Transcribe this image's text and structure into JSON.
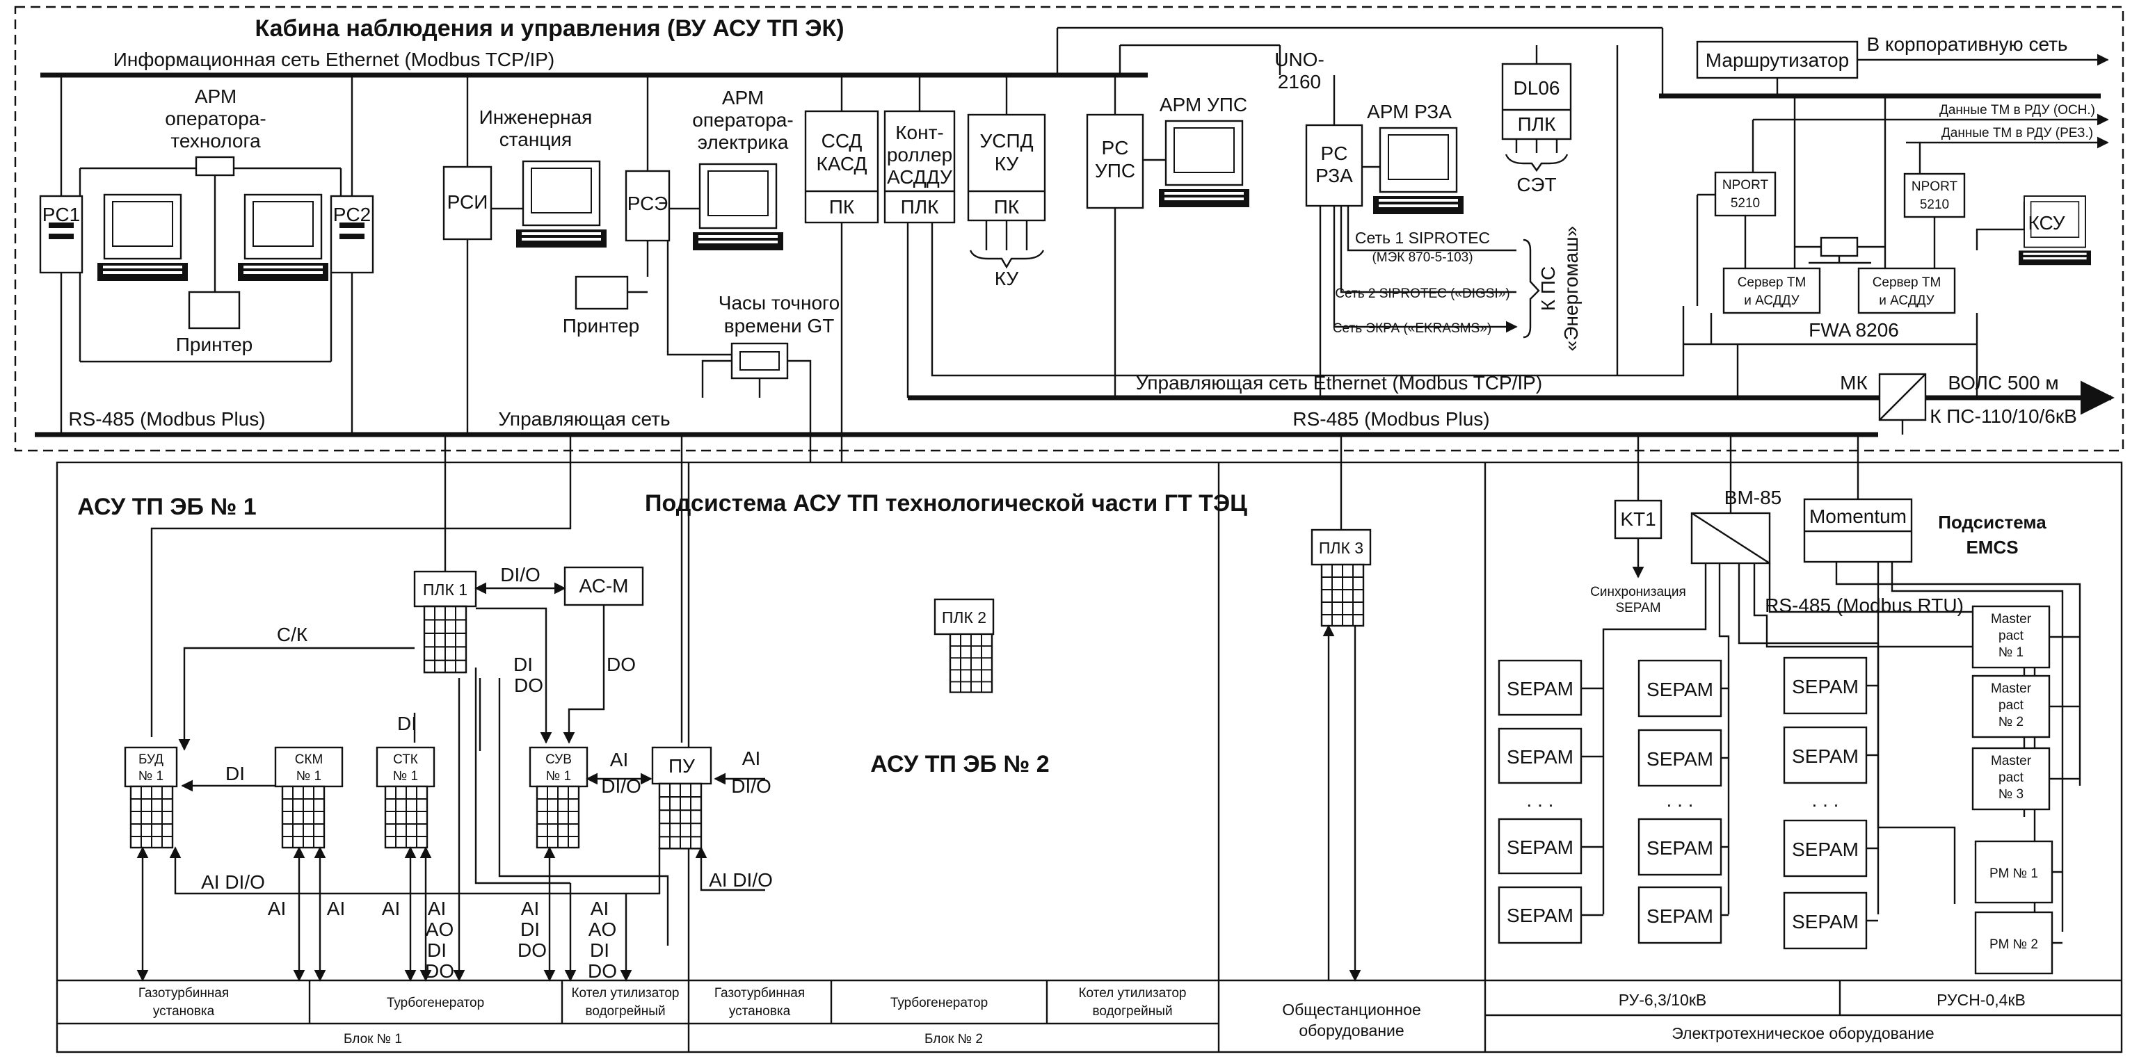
{
  "top": {
    "title": "Кабина наблюдения и управления (ВУ АСУ ТП ЭК)",
    "info_net": "Информационная сеть Ethernet (Modbus TCP/IP)",
    "uno": [
      "UNO-",
      "2160"
    ],
    "router": "Маршрутизатор",
    "corp_net": "В корпоративную сеть",
    "rdu_main": "Данные ТМ в РДУ (ОСН.)",
    "rdu_res": "Данные ТМ в РДУ (РЕЗ.)",
    "arm_tech": [
      "АРМ",
      "оператора-",
      "технолога"
    ],
    "pc1": "PC1",
    "pc2": "PC2",
    "printer1": "Принтер",
    "eng_station": [
      "Инженерная",
      "станция"
    ],
    "rsi": "РСИ",
    "printer2": "Принтер",
    "arm_el": [
      "АРМ",
      "оператора-",
      "электрика"
    ],
    "rse": "РСЭ",
    "clock": [
      "Часы точного",
      "времени GT"
    ],
    "ssd": [
      "ССД",
      "КАСД"
    ],
    "pk": "ПК",
    "ctrl": [
      "Конт-",
      "роллер",
      "АСДДУ"
    ],
    "plk": "ПЛК",
    "uspd": [
      "УСПД",
      "КУ"
    ],
    "ku": "КУ",
    "rs_ups": [
      "PC",
      "УПС"
    ],
    "arm_ups": "АРМ УПС",
    "rs_rza": [
      "PC",
      "РЗА"
    ],
    "arm_rza": "АРМ РЗА",
    "dl06": "DL06",
    "set": "СЭТ",
    "net1": "Сеть 1 SIPROTEC",
    "net1b": "(МЭК 870-5-103)",
    "net2": "Сеть 2 SIPROTEC («DIGSI»)",
    "net3": "Сеть ЭКРА («EKRASMS»)",
    "to_ps": [
      "К ПС",
      "«Энергомаш»"
    ],
    "nport": [
      "NPORT",
      "5210"
    ],
    "server": [
      "Сервер ТМ",
      "и АСДДУ"
    ],
    "fwa": "FWA 8206",
    "ksu": "КСУ",
    "ctrl_net": "Управляющая сеть Ethernet (Modbus TCP/IP)",
    "mk": "МК",
    "vols": "ВОЛС 500 м",
    "to_ps110": "К ПС-110/10/6кВ",
    "rs485_left": "RS-485 (Modbus Plus)",
    "ctrl_net_short": "Управляющая сеть",
    "rs485_right": "RS-485 (Modbus Plus)"
  },
  "bottom": {
    "eb1": "АСУ ТП ЭБ № 1",
    "subsystem_gt": "Подсистема АСУ ТП технологической части ГТ ТЭЦ",
    "eb2": "АСУ ТП ЭБ № 2",
    "plk1": "ПЛК 1",
    "plk2": "ПЛК 2",
    "plk3": "ПЛК 3",
    "acm": "АС-М",
    "dio": "DI/O",
    "ck": "С/К",
    "di": "DI",
    "do": "DO",
    "di_do": [
      "DI",
      "DO"
    ],
    "bud": [
      "БУД",
      "№ 1"
    ],
    "skm": [
      "СКМ",
      "№ 1"
    ],
    "stk": [
      "СТК",
      "№ 1"
    ],
    "suv": [
      "СУВ",
      "№ 1"
    ],
    "pu": "ПУ",
    "ai": "AI",
    "ai_dio": "AI DI/O",
    "ai_ao_di_do": [
      "AI",
      "AO",
      "DI",
      "DO"
    ],
    "ai_di_do": [
      "AI",
      "DI",
      "DO"
    ],
    "kt1": "KT1",
    "sync": [
      "Синхронизация",
      "SEPAM"
    ],
    "bm85": "BM-85",
    "momentum": "Momentum",
    "emcs": [
      "Подсистема",
      "EMCS"
    ],
    "rs485_rtu": "RS-485 (Modbus RTU)",
    "sepam": "SEPAM",
    "dots": ". . .",
    "master": [
      "Master",
      "pact",
      "№ 1",
      "№ 2",
      "№ 3"
    ],
    "pm1": "PM № 1",
    "pm2": "PM № 2",
    "footer": {
      "gtu": [
        "Газотурбинная",
        "установка"
      ],
      "tg": "Турбогенератор",
      "kotel": [
        "Котел утилизатор",
        "водогрейный"
      ],
      "blok1": "Блок № 1",
      "blok2": "Блок № 2",
      "obsh": [
        "Общестанционное",
        "оборудование"
      ],
      "ru": "РУ-6,3/10кВ",
      "rusn": "РУСН-0,4кВ",
      "el": "Электротехническое оборудование"
    }
  }
}
